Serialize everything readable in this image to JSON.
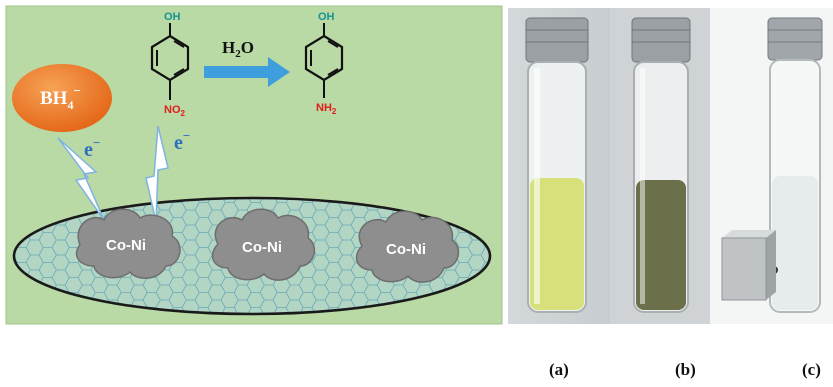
{
  "scheme": {
    "reactant_label": "BH",
    "reactant_sub": "4",
    "reactant_sup": "−",
    "arrow_label_main": "H",
    "arrow_label_sub": "2",
    "arrow_label_end": "O",
    "reactant_oh": "OH",
    "reactant_no": "NO",
    "reactant_no_sub": "2",
    "product_oh": "OH",
    "product_nh": "NH",
    "product_nh_sub": "2",
    "electron_1": "e",
    "electron_1_sup": "−",
    "electron_2": "e",
    "electron_2_sup": "−",
    "particles": [
      "Co-Ni",
      "Co-Ni",
      "Co-Ni"
    ]
  },
  "photos": {
    "captions": [
      "(a)",
      "(b)",
      "(c)"
    ]
  },
  "colors": {
    "scheme_bg": "#b9d9a5",
    "bh4_ball": "#ef7d22",
    "arrow": "#3f9fdc",
    "oh_text": "#17958f",
    "amine_text": "#e21c1c",
    "electron_text": "#2b6fc2",
    "particle": "#8e8e8e",
    "solution_a": "#d8e07c",
    "solution_b": "#6b6f4a",
    "solution_c": "#e6ecec"
  }
}
